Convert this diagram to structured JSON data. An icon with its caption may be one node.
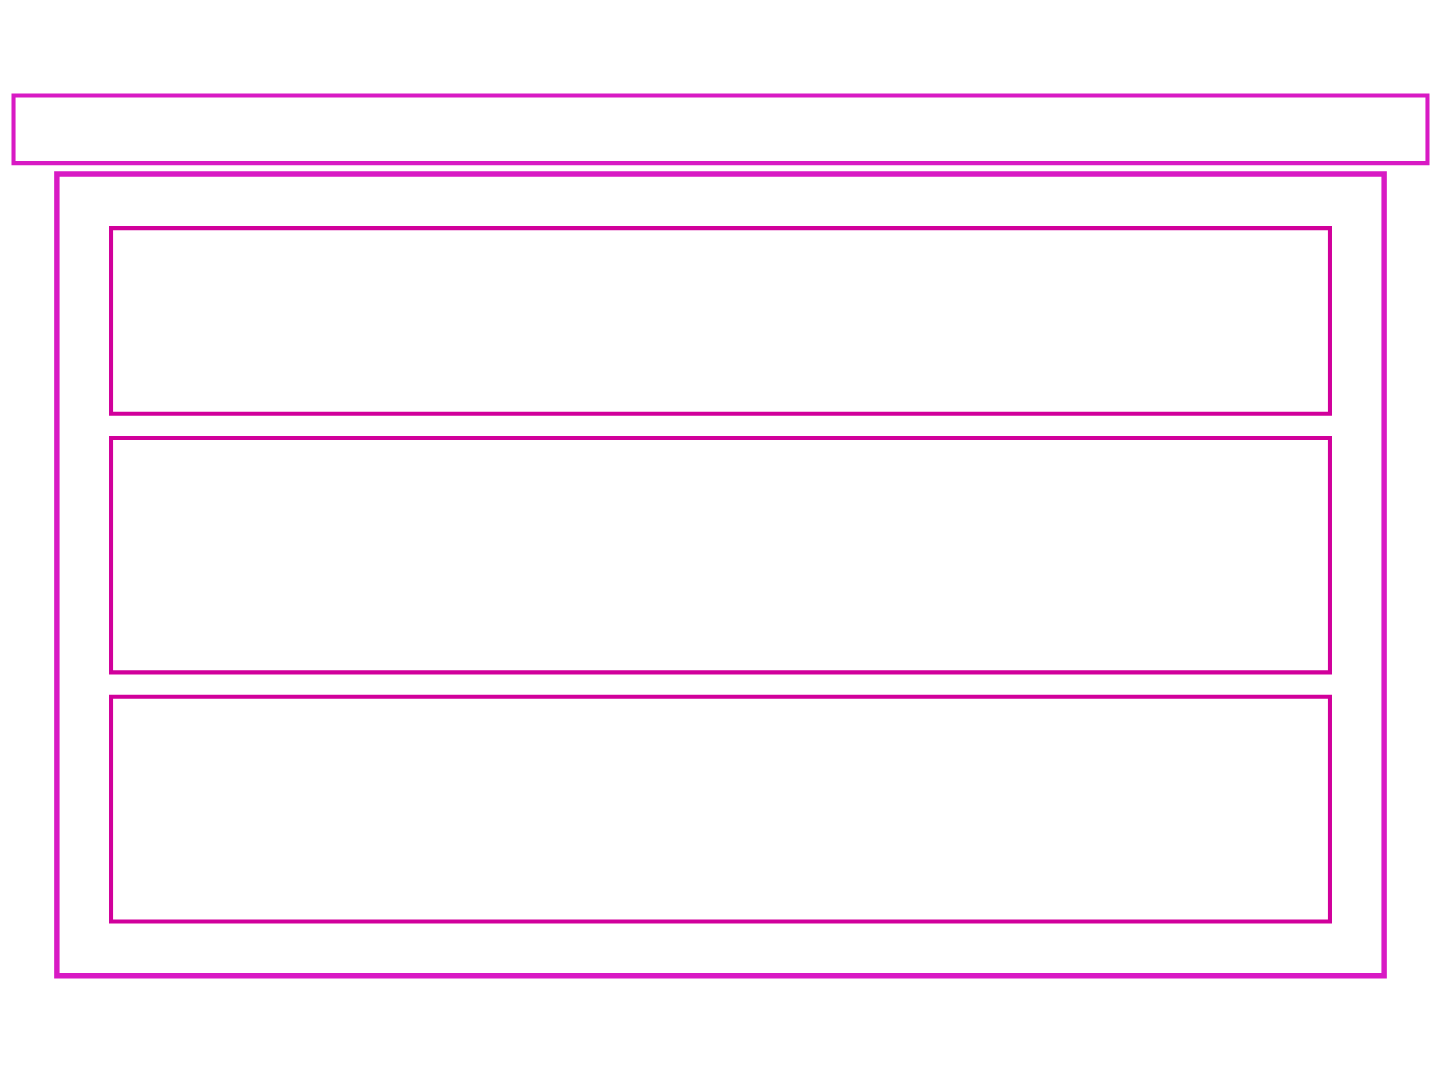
{
  "diagram": {
    "nodes": [
      {
        "text": [],
        "shape": "box"
      },
      {
        "text": [],
        "shape": "box"
      },
      {
        "text": [],
        "shape": "box",
        "in": 1
      },
      {
        "text": [],
        "shape": "box",
        "in": 1
      },
      {
        "text": [],
        "shape": "box",
        "in": 1
      }
    ]
  }
}
